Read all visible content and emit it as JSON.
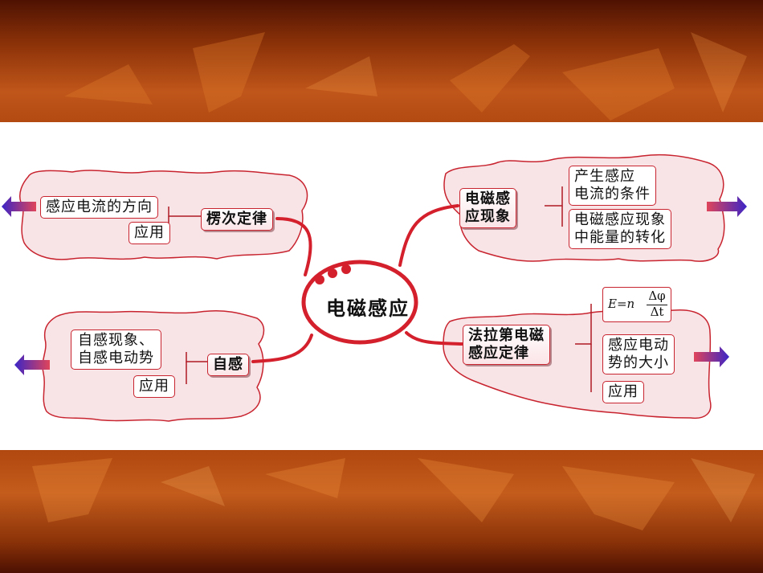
{
  "center": {
    "label": "电磁感应"
  },
  "branches": {
    "lenz": {
      "label": "楞次定律",
      "items": [
        "感应电流的方向",
        "应用"
      ]
    },
    "self_induction": {
      "label": "自感",
      "items": [
        "自感现象、",
        "自感电动势",
        "应用"
      ]
    },
    "phenomenon": {
      "label_line1": "电磁感",
      "label_line2": "应现象",
      "items": [
        "产生感应",
        "电流的条件",
        "电磁感应现象",
        "中能量的转化"
      ]
    },
    "faraday": {
      "label_line1": "法拉第电磁",
      "label_line2": "感应定律",
      "formula": {
        "lhs": "E=n",
        "numerator": "Δφ",
        "denominator": "Δt"
      },
      "items": [
        "感应电动",
        "势的大小",
        "应用"
      ]
    }
  },
  "colors": {
    "line": "#d4202c",
    "blob_fill": "#f8e3e6",
    "blob_stroke": "#c8242f",
    "arrow_head": "#3b25c6",
    "arrow_tail": "#e0455a"
  }
}
